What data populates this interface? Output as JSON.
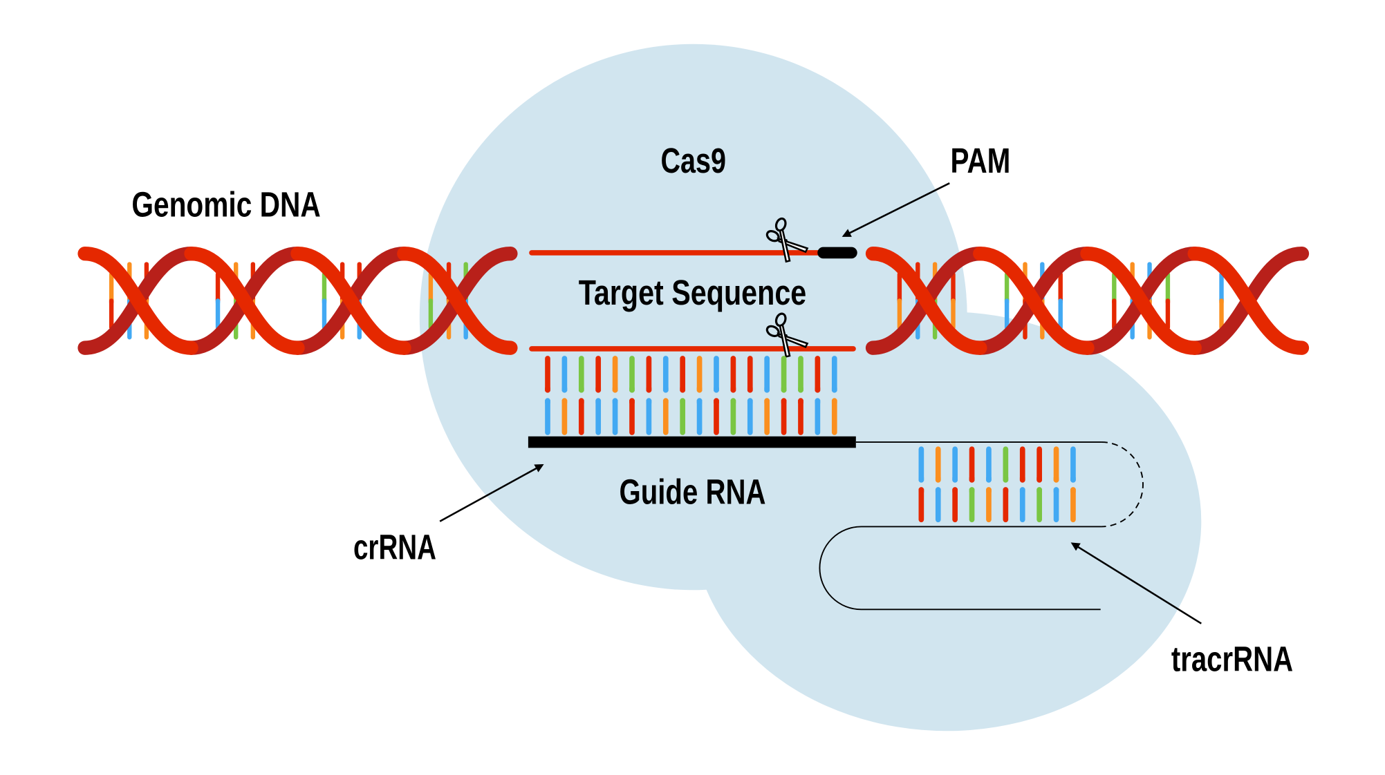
{
  "title": "CRISPR-Cas9 mechanism",
  "labels": {
    "genomic_dna": "Genomic DNA",
    "cas9": "Cas9",
    "pam": "PAM",
    "target_sequence": "Target Sequence",
    "guide_rna": "Guide RNA",
    "crrna": "crRNA",
    "tracrrna": "tracrRNA"
  },
  "colors": {
    "protein": "#d1e5ef",
    "strand_front": "#e52800",
    "strand_back": "#b8201a",
    "base_red": "#e52800",
    "base_blue": "#42a9f3",
    "base_green": "#7ac643",
    "base_orange": "#fb8f1f",
    "pam": "#000000"
  },
  "left_dna_bases": [
    [
      "orange",
      "red"
    ],
    [
      "orange",
      "blue"
    ],
    [
      "red",
      "orange"
    ],
    [
      "red",
      "blue"
    ],
    [
      "orange",
      "green"
    ],
    [
      "red",
      "orange"
    ],
    [
      "green",
      "blue"
    ],
    [
      "red",
      "orange"
    ],
    [
      "red",
      "blue"
    ],
    [
      "orange",
      "green"
    ],
    [
      "red",
      "orange"
    ],
    [
      "green",
      "blue"
    ]
  ],
  "right_dna_bases": [
    [
      "red",
      "orange"
    ],
    [
      "red",
      "blue"
    ],
    [
      "orange",
      "green"
    ],
    [
      "red",
      "orange"
    ],
    [
      "green",
      "blue"
    ],
    [
      "orange",
      "red"
    ],
    [
      "blue",
      "orange"
    ],
    [
      "red",
      "blue"
    ],
    [
      "green",
      "red"
    ],
    [
      "orange",
      "blue"
    ],
    [
      "blue",
      "orange"
    ],
    [
      "green",
      "red"
    ],
    [
      "blue",
      "orange"
    ]
  ],
  "guide_bases": {
    "top": [
      "red",
      "blue",
      "green",
      "red",
      "orange",
      "green",
      "red",
      "blue",
      "red",
      "orange",
      "blue",
      "red",
      "red",
      "blue",
      "green",
      "green",
      "red",
      "blue"
    ],
    "bottom": [
      "blue",
      "orange",
      "red",
      "blue",
      "blue",
      "red",
      "blue",
      "orange",
      "green",
      "blue",
      "red",
      "green",
      "blue",
      "orange",
      "red",
      "red",
      "blue",
      "orange"
    ]
  },
  "tracr_bases": {
    "top": [
      "blue",
      "orange",
      "blue",
      "red",
      "blue",
      "green",
      "red",
      "red",
      "orange",
      "blue"
    ],
    "bottom": [
      "red",
      "blue",
      "red",
      "green",
      "orange",
      "red",
      "blue",
      "green",
      "blue",
      "orange"
    ]
  }
}
